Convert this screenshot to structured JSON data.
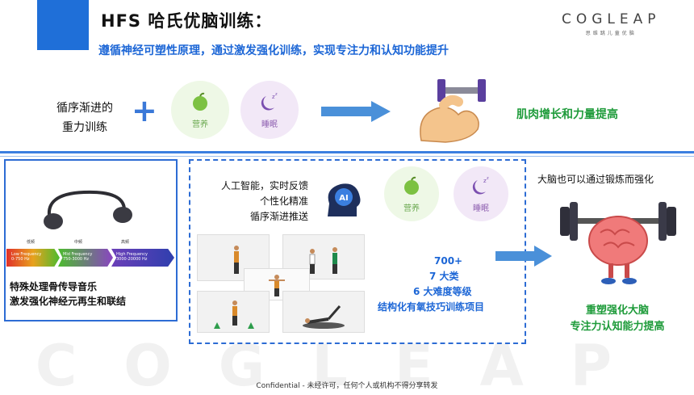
{
  "header": {
    "title": "HFS 哈氏优脑训练：",
    "subtitle": "遵循神经可塑性原理，通过激发强化训练，实现专注力和认知功能提升",
    "logo_text": "COGLEAP",
    "logo_sub": "思维跳儿童优脑"
  },
  "top_row": {
    "left_text_1": "循序渐进的",
    "left_text_2": "重力训练",
    "plus": "+",
    "circle_nutrition": "营养",
    "circle_sleep": "睡眠",
    "result": "肌肉增长和力量提高"
  },
  "left_panel": {
    "freq_labels": [
      "低频",
      "中频",
      "高频"
    ],
    "freq_bands": [
      {
        "name": "Low Frequency",
        "range": "0-750 Hz",
        "color": "#4cbb2e"
      },
      {
        "name": "Mid Frequency",
        "range": "750-3000 Hz",
        "color": "#8a44c2"
      },
      {
        "name": "High Frequency",
        "range": "3000-20000 Hz",
        "color": "#2f3fae"
      }
    ],
    "caption_1": "特殊处理骨传导音乐",
    "caption_2": "激发强化神经元再生和联结"
  },
  "middle_panel": {
    "ai_text_1": "人工智能，实时反馈",
    "ai_text_2": "个性化精准",
    "ai_text_3": "循序渐进推送",
    "ai_badge": "AI",
    "circle_nutrition": "营养",
    "circle_sleep": "睡眠",
    "stats": [
      "700+",
      "7  大类",
      "6  大难度等级",
      "结构化有氧技巧训练项目"
    ]
  },
  "right_panel": {
    "title": "大脑也可以通过锻炼而强化",
    "result_1": "重塑强化大脑",
    "result_2": "专注力认知能力提高"
  },
  "watermark": "COGLEAP",
  "footer": "Confidential - 未经许可，任何个人或机构不得分享转发",
  "colors": {
    "accent_blue": "#1f6fd8",
    "result_green": "#1e9b3a",
    "arrow_blue": "#4a90d9"
  }
}
